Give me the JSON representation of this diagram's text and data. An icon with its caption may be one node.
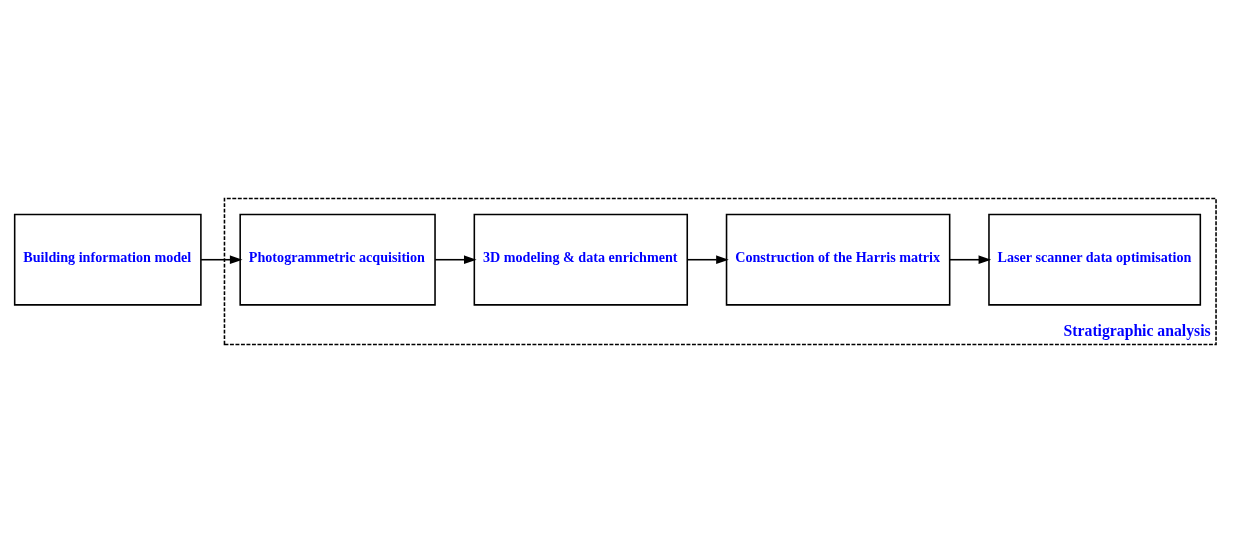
{
  "diagram": {
    "nodes": [
      {
        "text": [
          "Building information model"
        ]
      },
      {
        "text": [
          "Stratigraphic analysis"
        ]
      },
      {
        "text": [
          "Photogrammetric acquisition"
        ],
        "in": 1
      },
      {
        "text": [
          "3D modeling & data enrichment"
        ],
        "in": 1
      },
      {
        "text": [
          "Construction of the Harris matrix"
        ],
        "in": 1
      },
      {
        "text": [
          "Laser scanner data optimisation"
        ],
        "in": 1
      }
    ],
    "edges": [
      {
        "from": 0,
        "to": 2,
        "arrow": "to"
      },
      {
        "from": 2,
        "to": 3,
        "arrow": "to"
      },
      {
        "from": 3,
        "to": 4,
        "arrow": "to"
      },
      {
        "from": 4,
        "to": 5,
        "arrow": "to"
      }
    ]
  }
}
